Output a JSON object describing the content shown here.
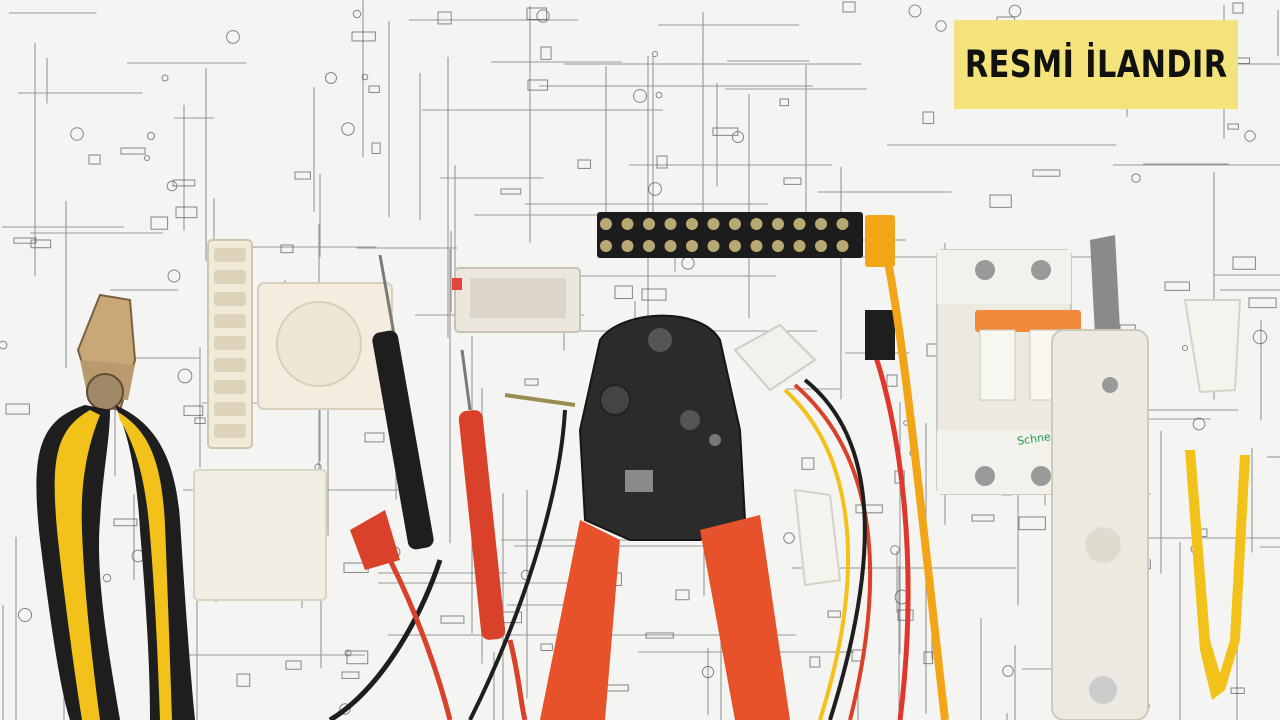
{
  "badge": {
    "text": "RESMİ İLANDIR",
    "background": "#f4e27a",
    "text_color": "#111111"
  },
  "scene": {
    "description_icons": [
      "circuit-schematic-background",
      "pliers-icon",
      "crimping-tool-icon",
      "multimeter-probes-icon",
      "circuit-breaker-icon",
      "terminal-block-icon",
      "wire-stripper-icon",
      "tweezers-icon"
    ],
    "breaker_brand": "Schneider",
    "colors": {
      "paper": "#f4f4f2",
      "ink": "#3a3d44",
      "tool_yellow": "#f2c21a",
      "tool_black": "#1e1e1e",
      "handle_red": "#e8522a",
      "probe_red": "#d9412b",
      "breaker_white": "#ece9e2",
      "breaker_orange": "#f08a3a",
      "brand_green": "#1f9a4a"
    }
  }
}
